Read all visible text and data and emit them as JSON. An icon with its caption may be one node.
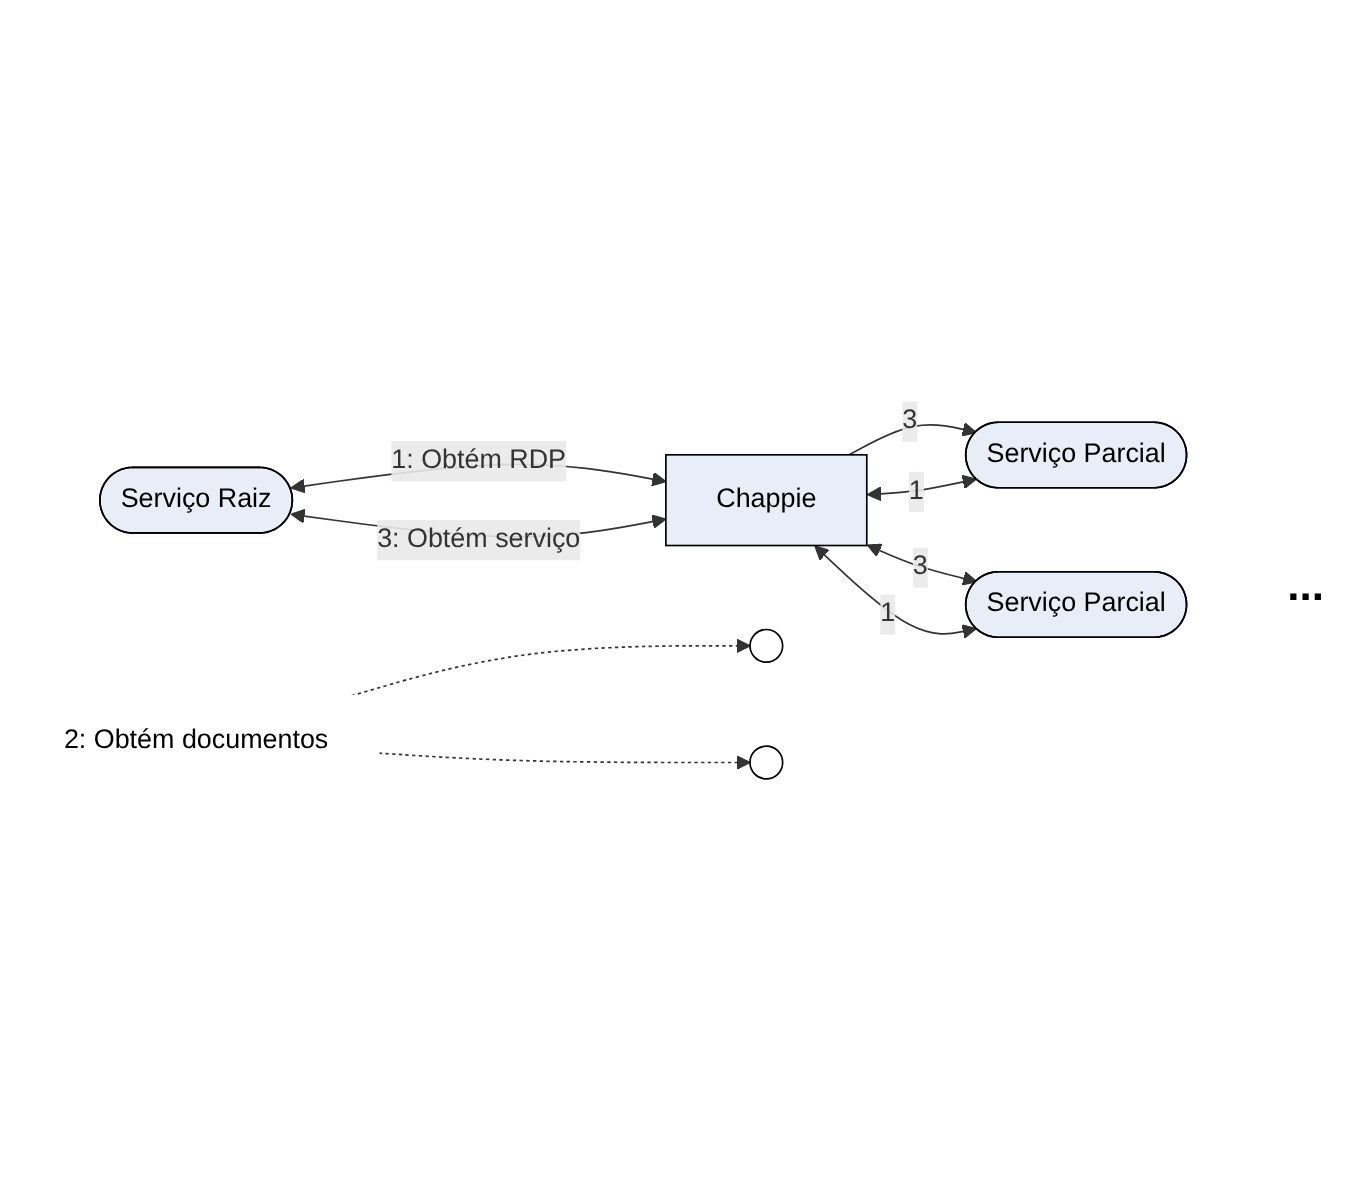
{
  "diagram": {
    "nodes": [
      {
        "text": [
          "Serviço Raiz"
        ]
      },
      {
        "text": [
          "2: Obtém documentos"
        ]
      },
      {
        "text": [],
        "shape": "circle"
      },
      {
        "text": [
          "Serviço Parcial"
        ]
      },
      {
        "text": [
          "Chappie"
        ]
      },
      {
        "text": [],
        "shape": "circle"
      },
      {
        "text": [
          "Serviço Parcial"
        ]
      }
    ],
    "edges": [
      {
        "from": 0,
        "to": 4,
        "arrow": "both",
        "label": "1: Obtém RDP"
      },
      {
        "from": 0,
        "to": 4,
        "arrow": "both",
        "label": "3: Obtém serviço"
      },
      {
        "from": 1,
        "to": 2,
        "arrow": "to",
        "style": "dashed"
      },
      {
        "from": 1,
        "to": 5,
        "arrow": "to",
        "style": "dashed"
      },
      {
        "from": 4,
        "to": 3,
        "arrow": "to",
        "label": "3"
      },
      {
        "from": 4,
        "to": 3,
        "arrow": "both",
        "label": "1"
      },
      {
        "from": 4,
        "to": 6,
        "arrow": "both",
        "label": "3"
      },
      {
        "from": 4,
        "to": 6,
        "arrow": "both",
        "label": "1"
      }
    ],
    "labels": [
      "..."
    ]
  }
}
